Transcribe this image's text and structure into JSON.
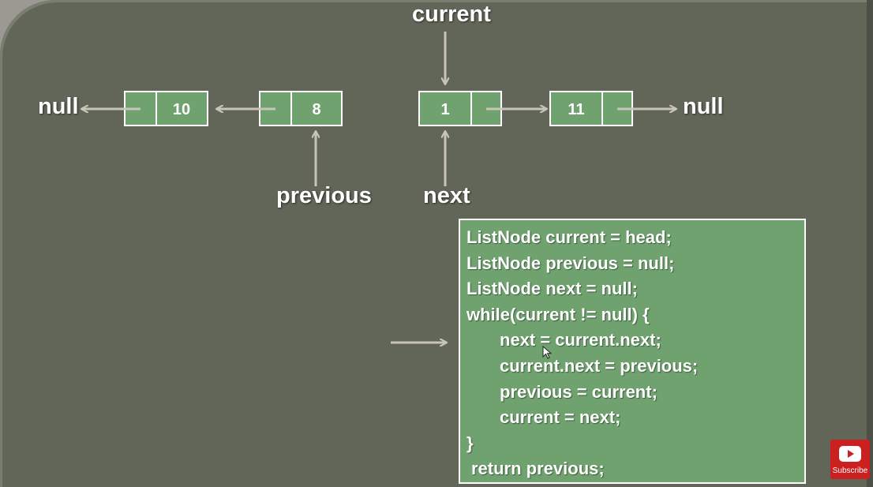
{
  "diagram": {
    "labels": {
      "null_left": "null",
      "null_right": "null",
      "current": "current",
      "previous": "previous",
      "next": "next"
    },
    "nodes": [
      {
        "value": "10"
      },
      {
        "value": "8"
      },
      {
        "value": "1"
      },
      {
        "value": "11"
      }
    ]
  },
  "code": {
    "lines": [
      "ListNode current = head;",
      "ListNode previous = null;",
      "ListNode next = null;",
      "while(current != null) {",
      "next = current.next;",
      "current.next = previous;",
      "previous = current;",
      "current = next;",
      "}",
      "return previous;"
    ]
  },
  "subscribe": {
    "label": "Subscribe"
  },
  "colors": {
    "background": "#626658",
    "node_fill": "#6fa26f",
    "arrow": "#c8c4b8",
    "text": "#ffffff",
    "subscribe_red": "#cc1f1f"
  }
}
